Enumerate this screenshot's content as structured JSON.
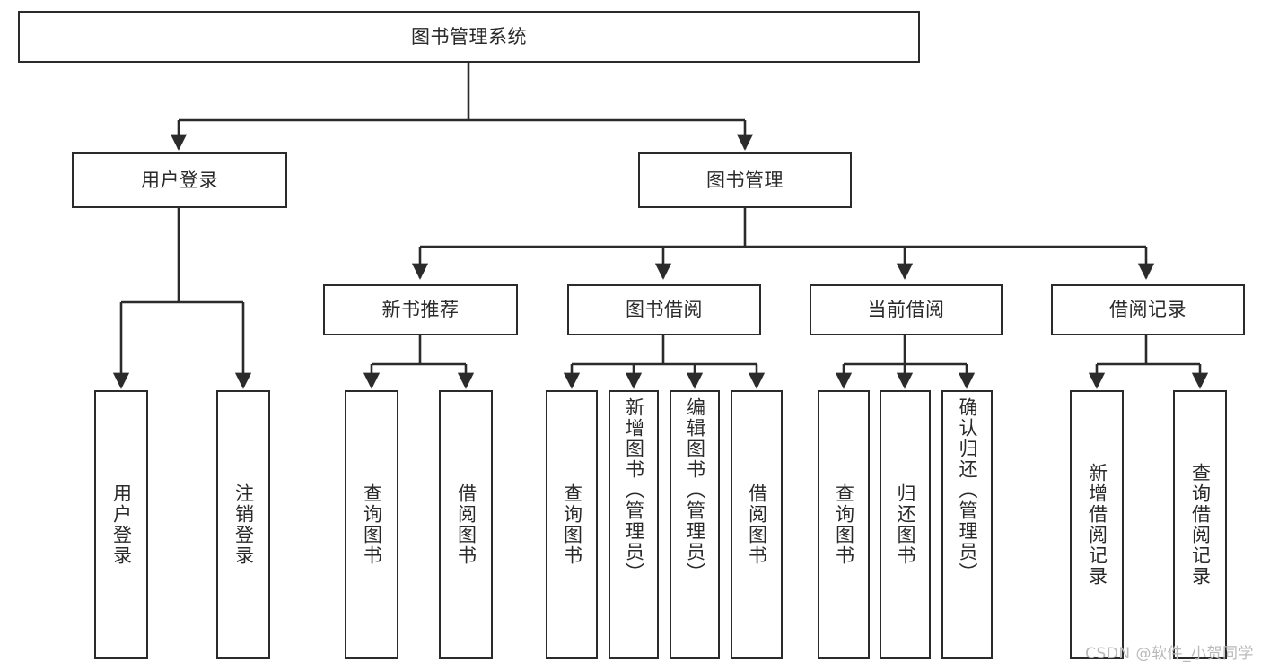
{
  "diagram": {
    "title": "图书管理系统",
    "type": "tree-hierarchy-chart",
    "orientation": "top-down",
    "edge_color": "#2b2b2b",
    "node_border_color": "#2b2b2b",
    "node_fill_color": "#ffffff",
    "text_color": "#2a2a2a"
  },
  "nodes": {
    "root": {
      "label": "图书管理系统"
    },
    "level1": [
      {
        "label": "用户登录"
      },
      {
        "label": "图书管理"
      }
    ],
    "level2": [
      {
        "label": "新书推荐"
      },
      {
        "label": "图书借阅"
      },
      {
        "label": "当前借阅"
      },
      {
        "label": "借阅记录"
      }
    ],
    "leaves": {
      "user_login": [
        {
          "label": "用户登录"
        },
        {
          "label": "注销登录"
        }
      ],
      "new_book_recommend": [
        {
          "label": "查询图书"
        },
        {
          "label": "借阅图书"
        }
      ],
      "book_borrow": [
        {
          "label": "查询图书"
        },
        {
          "label": "新增图书（管理员）"
        },
        {
          "label": "编辑图书（管理员）"
        },
        {
          "label": "借阅图书"
        }
      ],
      "current_borrow": [
        {
          "label": "查询图书"
        },
        {
          "label": "归还图书"
        },
        {
          "label": "确认归还（管理员）"
        }
      ],
      "borrow_record": [
        {
          "label": "新增借阅记录"
        },
        {
          "label": "查询借阅记录"
        }
      ]
    }
  },
  "watermark": {
    "text": "CSDN @软件_小贺同学"
  }
}
